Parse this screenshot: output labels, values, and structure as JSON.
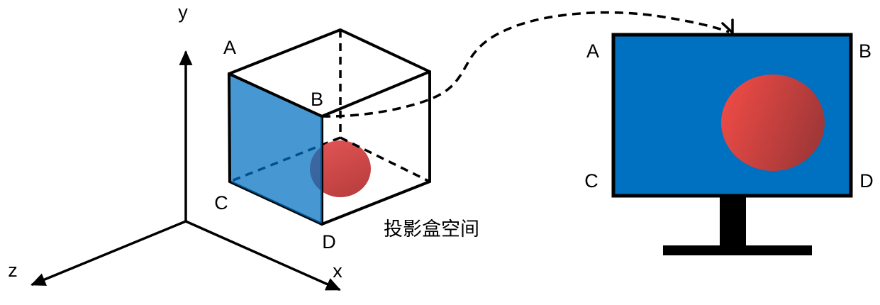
{
  "axes": {
    "y_label": "y",
    "z_label": "z",
    "x_label": "x"
  },
  "cube": {
    "corners": {
      "a": "A",
      "b": "B",
      "c": "C",
      "d": "D"
    },
    "caption": "投影盒空间"
  },
  "monitor": {
    "corners": {
      "a": "A",
      "b": "B",
      "c": "C",
      "d": "D"
    }
  },
  "colors": {
    "screen_blue": "#0070C0",
    "cube_face_blue": "#0070C0",
    "cube_face_opacity": "0.72",
    "cube_sphere_red_light": "#E05454",
    "cube_sphere_red_dark": "#B93D3D",
    "screen_sphere_red_light": "#EF4B46",
    "screen_sphere_red_dark": "#9E3737",
    "line_black": "#000000"
  }
}
